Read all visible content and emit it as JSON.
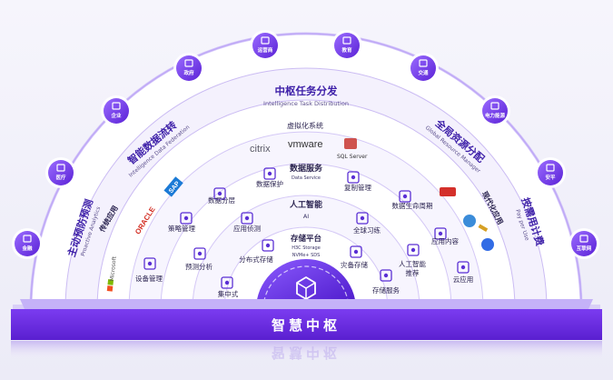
{
  "center_title": "智慧中枢",
  "center_reflection": "智慧中枢",
  "core": {
    "title": "存储平台",
    "line1": "H3C Storage",
    "line2": "NVMe+ SDS"
  },
  "ring_titles": {
    "top_cn": "中枢任务分发",
    "top_en": "Intelligence Task Distribution",
    "left_cn": "智能数据流转",
    "left_en": "Intelligence Data Federation",
    "right_cn": "全局资源分配",
    "right_en": "Global Resource Manager",
    "far_left_cn": "主动预防预测",
    "far_left_en": "Proactive Analytics",
    "far_right_cn": "按需用计费",
    "far_right_en": "Pay per Use"
  },
  "industries": [
    "金融",
    "医疗",
    "企业",
    "政府",
    "运营商",
    "教育",
    "交通",
    "电力能源",
    "安平",
    "互联网"
  ],
  "virtualization": {
    "title": "虚拟化系统",
    "vendors": [
      "citrix",
      "vmware",
      "SQL Server"
    ]
  },
  "data_service": {
    "title": "数据服务",
    "subtitle": "Data Service"
  },
  "ai": {
    "title": "人工智能",
    "subtitle": "AI"
  },
  "traditional_apps": {
    "title": "传统应用",
    "vendors": [
      "ORACLE",
      "SAP",
      "Microsoft"
    ]
  },
  "modern_apps": {
    "title": "现代化应用"
  },
  "items": [
    "数据保护",
    "复制管理",
    "数据分层",
    "数据生命周期",
    "策略管理",
    "应用侦测",
    "全球习练",
    "应用内容",
    "预测分析",
    "分布式存储",
    "灾备存储",
    "人工智能推荐",
    "设备管理",
    "集中式存储",
    "存储服务",
    "云应用"
  ]
}
